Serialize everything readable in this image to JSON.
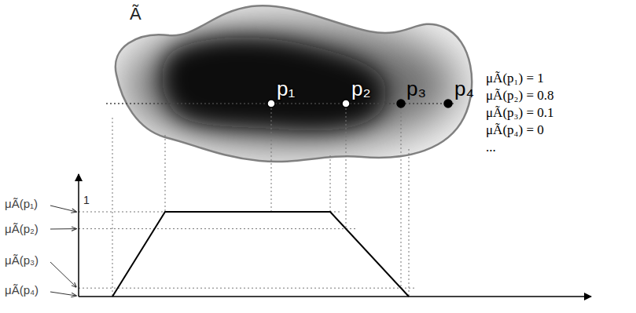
{
  "diagram": {
    "labels": [
      "Ã",
      "p₁",
      "p₂",
      "p₃",
      "p₄",
      "μÃ(p₁) = 1",
      "μÃ(p₂) = 0.8",
      "μÃ(p₃) = 0.1",
      "μÃ(p₄) = 0",
      "...",
      "1",
      "μÃ(p₁)",
      "μÃ(p₂)",
      "μÃ(p₃)",
      "μÃ(p₄)"
    ]
  }
}
